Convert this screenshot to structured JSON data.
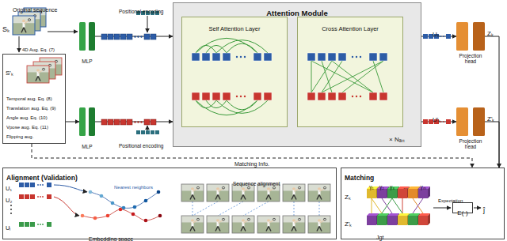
{
  "diagram": {
    "nodes": [
      {
        "text": [
          "S'ₖ",
          "Temporal aug. Eq. (8)",
          "Translation aug. Eq. (9)",
          "Angle aug. Eq. (10)",
          "Vpose aug. Eq. (11)",
          "Flipping aug."
        ]
      },
      {
        "text": [
          "MLP"
        ]
      },
      {
        "text": [
          "MLP"
        ]
      },
      {
        "text": [
          "Attention Module"
        ]
      },
      {
        "text": [
          "Self Attention Layer"
        ],
        "in": 3
      },
      {
        "text": [
          "Cross Attention Layer"
        ],
        "in": 3
      },
      {
        "text": [
          "Projection head"
        ]
      },
      {
        "text": [
          "Projection head"
        ]
      },
      {
        "text": [
          "Alignment (Validation)"
        ]
      },
      {
        "text": [
          "Matching"
        ]
      },
      {
        "text": [
          "E(·)"
        ],
        "in": 9
      }
    ],
    "edges": [
      {
        "from": 0,
        "to": 2,
        "arrow": "to"
      },
      {
        "from": 1,
        "to": 3,
        "arrow": "to"
      },
      {
        "from": 2,
        "to": 3,
        "arrow": "to"
      },
      {
        "from": 3,
        "to": 6,
        "arrow": "to"
      },
      {
        "from": 3,
        "to": 7,
        "arrow": "to"
      },
      {
        "from": 6,
        "to": 9,
        "arrow": "to"
      },
      {
        "from": 7,
        "to": 9,
        "arrow": "to"
      },
      {
        "from": 0,
        "to": 9,
        "label": "Matching Info.",
        "arrow": "to"
      }
    ],
    "labels": [
      "Original sequence",
      "Sₖ",
      "4D Aug. Eq. (7)",
      "Positional encoding",
      "Positional encoding",
      "Uₖ",
      "U'ₖ",
      "× Nₐₜₜ",
      "Zₖ",
      "Z'ₖ",
      "U₁",
      "U₂",
      "Uₗ",
      "Nearest neighbors",
      "Embedding space",
      "Sequence alignment",
      "Zₖ",
      "Z'ₖ",
      "γ₁",
      "γ₂",
      "γ₃",
      "...",
      "γₘ",
      "Jgt",
      "Expectation",
      "ĵ"
    ]
  }
}
